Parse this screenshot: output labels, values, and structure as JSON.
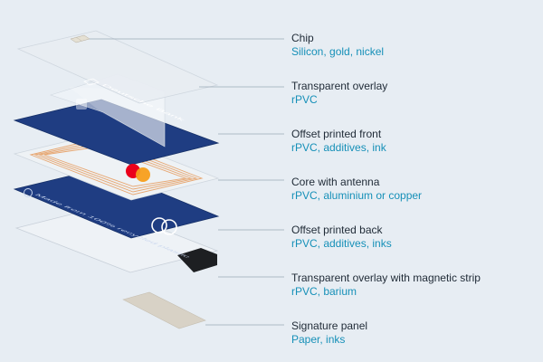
{
  "colors": {
    "background": "#e7edf3",
    "card_blue": "#1f3d82",
    "label_title": "#1f2a36",
    "label_material": "#1690b8",
    "leader_line": "#9aa8b6",
    "antenna": "#e7a772",
    "mc_red": "#eb001b",
    "mc_orange": "#f79e1b",
    "chip_gold": "#d9d4c6",
    "magstrip": "#1d1f22",
    "signature_panel": "#d8d2c6"
  },
  "card_front_text": {
    "bank_name": "Deutsche Bank",
    "plastic_note": "Made from 100% recycled plastic"
  },
  "layers": [
    {
      "title": "Chip",
      "materials": "Silicon, gold, nickel"
    },
    {
      "title": "Transparent overlay",
      "materials": "rPVC"
    },
    {
      "title": "Offset printed front",
      "materials": "rPVC, additives, ink"
    },
    {
      "title": "Core with antenna",
      "materials": "rPVC, aluminium or copper"
    },
    {
      "title": "Offset printed back",
      "materials": "rPVC, additives, inks"
    },
    {
      "title": "Transparent overlay with magnetic strip",
      "materials": "rPVC, barium"
    },
    {
      "title": "Signature panel",
      "materials": "Paper, inks"
    }
  ]
}
